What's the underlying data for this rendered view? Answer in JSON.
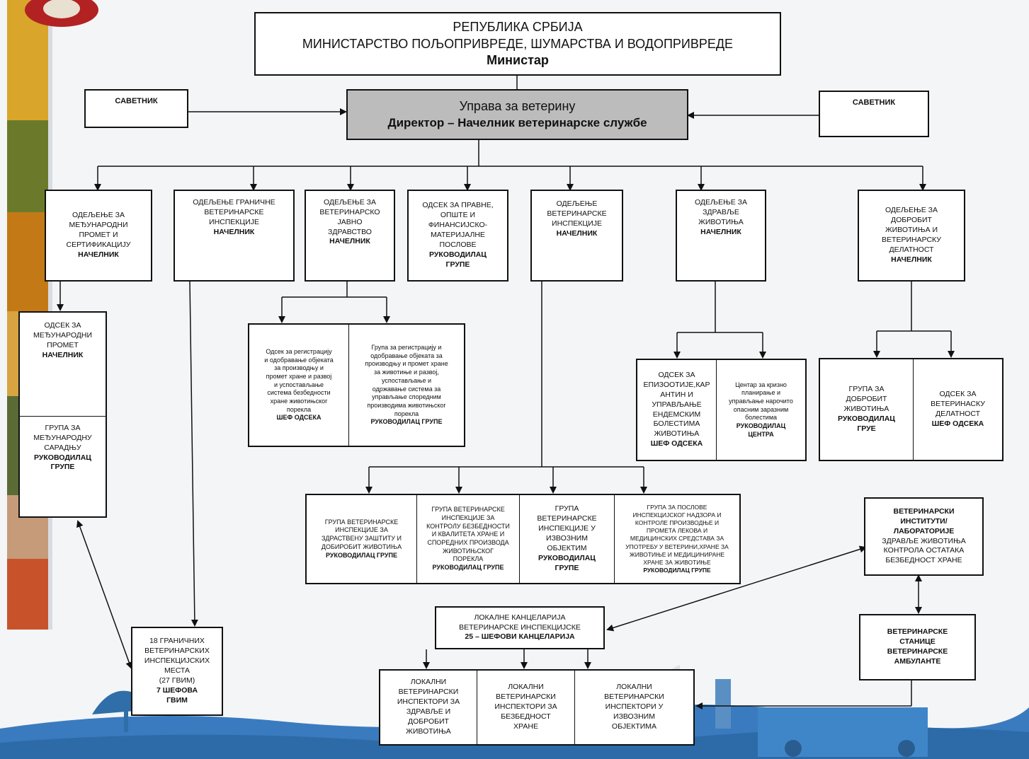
{
  "ministry": {
    "line1": "РЕПУБЛИКА СРБИЈА",
    "line2": "МИНИСТАРСТВО ПОЉОПРИВРЕДЕ, ШУМАРСТВА И ВОДОПРИВРЕДЕ",
    "line3": "Министар"
  },
  "advisor_left": "САВЕТНИК",
  "advisor_right": "САВЕТНИК",
  "directorate": {
    "line1": "Управа за ветерину",
    "line2": "Директор – Начелник ветеринарске службе"
  },
  "departments": [
    {
      "name": "ОДЕЉЕЊЕ ЗА\nМЕЂУНАРОДНИ\nПРОМЕТ И\nСЕРТИФИКАЦИЈУ",
      "head": "НАЧЕЛНИК"
    },
    {
      "name": "ОДЕЉЕЊЕ ГРАНИЧНЕ\nВЕТЕРИНАРСКЕ\nИНСПЕКЦИЈЕ",
      "head": "НАЧЕЛНИК"
    },
    {
      "name": "ОДЕЉЕЊЕ ЗА\nВЕТЕРИНАРСКО\nЈАВНО\nЗДРАВСТВО",
      "head": "НАЧЕЛНИК"
    },
    {
      "name": "ОДСЕК ЗА ПРАВНЕ,\nОПШТЕ И\nФИНАНСИЈСКО-\nМАТЕРИЈАЛНЕ\nПОСЛОВЕ",
      "head": "РУКОВОДИЛАЦ\nГРУПЕ"
    },
    {
      "name": "ОДЕЉЕЊЕ\nВЕТЕРИНАРСКЕ\nИНСПЕКЦИЈЕ",
      "head": "НАЧЕЛНИК"
    },
    {
      "name": "ОДЕЉЕЊЕ ЗА\nЗДРАВЉЕ\nЖИВОТИЊА",
      "head": "НАЧЕЛНИК"
    },
    {
      "name": "ОДЕЉЕЊЕ ЗА\nДОБРОБИТ\nЖИВОТИЊА И\nВЕТЕРИНАРСКУ\nДЕЛАТНОСТ",
      "head": "НАЧЕЛНИК"
    }
  ],
  "intl_unit": {
    "section": {
      "name": "ОДСЕК ЗА\nМЕЂУНАРОДНИ\nПРОМЕТ",
      "head": "НАЧЕЛНИК"
    },
    "group": {
      "name": "ГРУПА ЗА\nМЕЂУНАРОДНУ\nСАРАДЊУ",
      "head": "РУКОВОДИЛАЦ\nГРУПЕ"
    }
  },
  "border_posts": {
    "line1": "18 ГРАНИЧНИХ\nВЕТЕРИНАРСКИХ\nИНСПЕКЦИЈСКИХ\nМЕСТА\n(27 ГВИМ)",
    "head": "7 ШЕФОВА\nГВИМ"
  },
  "public_health": [
    {
      "name": "Одсек за регистрацију\nи одобравање објеката\nза производњу и\nпромет хране и развој\nи успостављање\nсистема безбедности\nхране животињског\nпорекла",
      "head": "ШЕФ ОДСЕКА"
    },
    {
      "name": "Група за регистрацију и\nодобравање објеката за\nпроизводњу и промет хране\nза животиње и развој,\nуспостављање и\nодржавање система за\nуправљање споредним\nпроизводима животињског\nпорекла",
      "head": "РУКОВОДИЛАЦ ГРУПЕ"
    }
  ],
  "animal_health": [
    {
      "name": "ОДСЕК ЗА\nЕПИЗООТИЈЕ,КАР\nАНТИН И\nУПРАВЉАЊЕ\nЕНДЕМСКИМ\nБОЛЕСТИМА\nЖИВОТИЊА",
      "head": "ШЕФ ОДСЕКА"
    },
    {
      "name": "Центар за кризно\nпланирање и\nуправљање нарочито\nопасним заразним\nболестима",
      "head": "РУКОВОДИЛАЦ\nЦЕНТРА"
    }
  ],
  "welfare": [
    {
      "name": "ГРУПА ЗА\nДОБРОБИТ\nЖИВОТИЊА",
      "head": "РУКОВОДИЛАЦ\nГРУЕ"
    },
    {
      "name": "ОДСЕК ЗА\nВЕТЕРИНАСКУ\nДЕЛАТНОСТ",
      "head": "ШЕФ ОДСЕКА"
    }
  ],
  "inspection_groups": [
    {
      "name": "ГРУПА ВЕТЕРИНАРСКЕ\nИНСПЕКЦИЈЕ ЗА\nЗДРАСТВЕНУ ЗАШТИТУ И\nДОБИРОБИТ ЖИВОТИЊА",
      "head": "РУКОВОДИЛАЦ ГРУПЕ"
    },
    {
      "name": "ГРУПА ВЕТЕРИНАРСКЕ\nИНСПЕКЦИЈЕ ЗА\nКОНТРОЛУ БЕЗБЕДНОСТИ\nИ КВАЛИТЕТА ХРАНЕ И\nСПОРЕДНИХ ПРОИЗВОДА\nЖИВОТИЊСКОГ\nПОРЕКЛА",
      "head": "РУКОВОДИЛАЦ ГРУПЕ"
    },
    {
      "name": "ГРУПА\nВЕТЕРИНАРСКЕ\nИНСПЕКЦИЈЕ У\nИЗВОЗНИМ\nОБЈЕКТИМ",
      "head": "РУКОВОДИЛАЦ\nГРУПЕ"
    },
    {
      "name": "ГРУПА ЗА ПОСЛОВЕ\nИНСПЕКЦИЈСКОГ НАДЗОРА И\nКОНТРОЛЕ ПРОИЗВОДЊЕ И\nПРОМЕТА ЛЕКОВА И\nМЕДИЦИНСКИХ СРЕДСТАВА ЗА\nУПОТРЕБУ У ВЕТЕРИНИ,ХРАНЕ ЗА\nЖИВОТИЊЕ И МЕДИЦИНИРАНЕ\nХРАНЕ ЗА ЖИВОТИЊЕ",
      "head": "РУКОВОДИЛАЦ ГРУПЕ"
    }
  ],
  "institutes": {
    "head": "ВЕТЕРИНАРСКИ\nИНСТИТУТИ/\nЛАБОРАТОРИЈЕ",
    "line": "ЗДРАВЉЕ ЖИВОТИЊА\nКОНТРОЛА ОСТАТАКА\nБЕЗБЕДНОСТ ХРАНЕ"
  },
  "stations": "ВЕТЕРИНАРСКЕ\nСТАНИЦЕ\nВЕТЕРИНАРСКЕ\nАМБУЛАНТЕ",
  "local_offices": {
    "line1": "ЛОКАЛНЕ КАНЦЕЛАРИЈА\nВЕТЕРИНАРСКЕ ИНСПЕКЦИЈСКЕ",
    "head": "25 – ШЕФОВИ КАНЦЕЛАРИЈА"
  },
  "local_inspectors": [
    "ЛОКАЛНИ\nВЕТЕРИНАРСКИ\nИНСПЕКТОРИ ЗА\nЗДРАВЉЕ И\nДОБРОБИТ\nЖИВОТИЊА",
    "ЛОКАЛНИ\nВЕТЕРИНАРСКИ\nИНСПЕКТОРИ ЗА\nБЕЗБЕДНОСТ\nХРАНЕ",
    "ЛОКАЛНИ\nВЕТЕРИНАРСКИ\nИНСПЕКТОРИ У\nИЗВОЗНИМ\nОБЈЕКТИМА"
  ]
}
